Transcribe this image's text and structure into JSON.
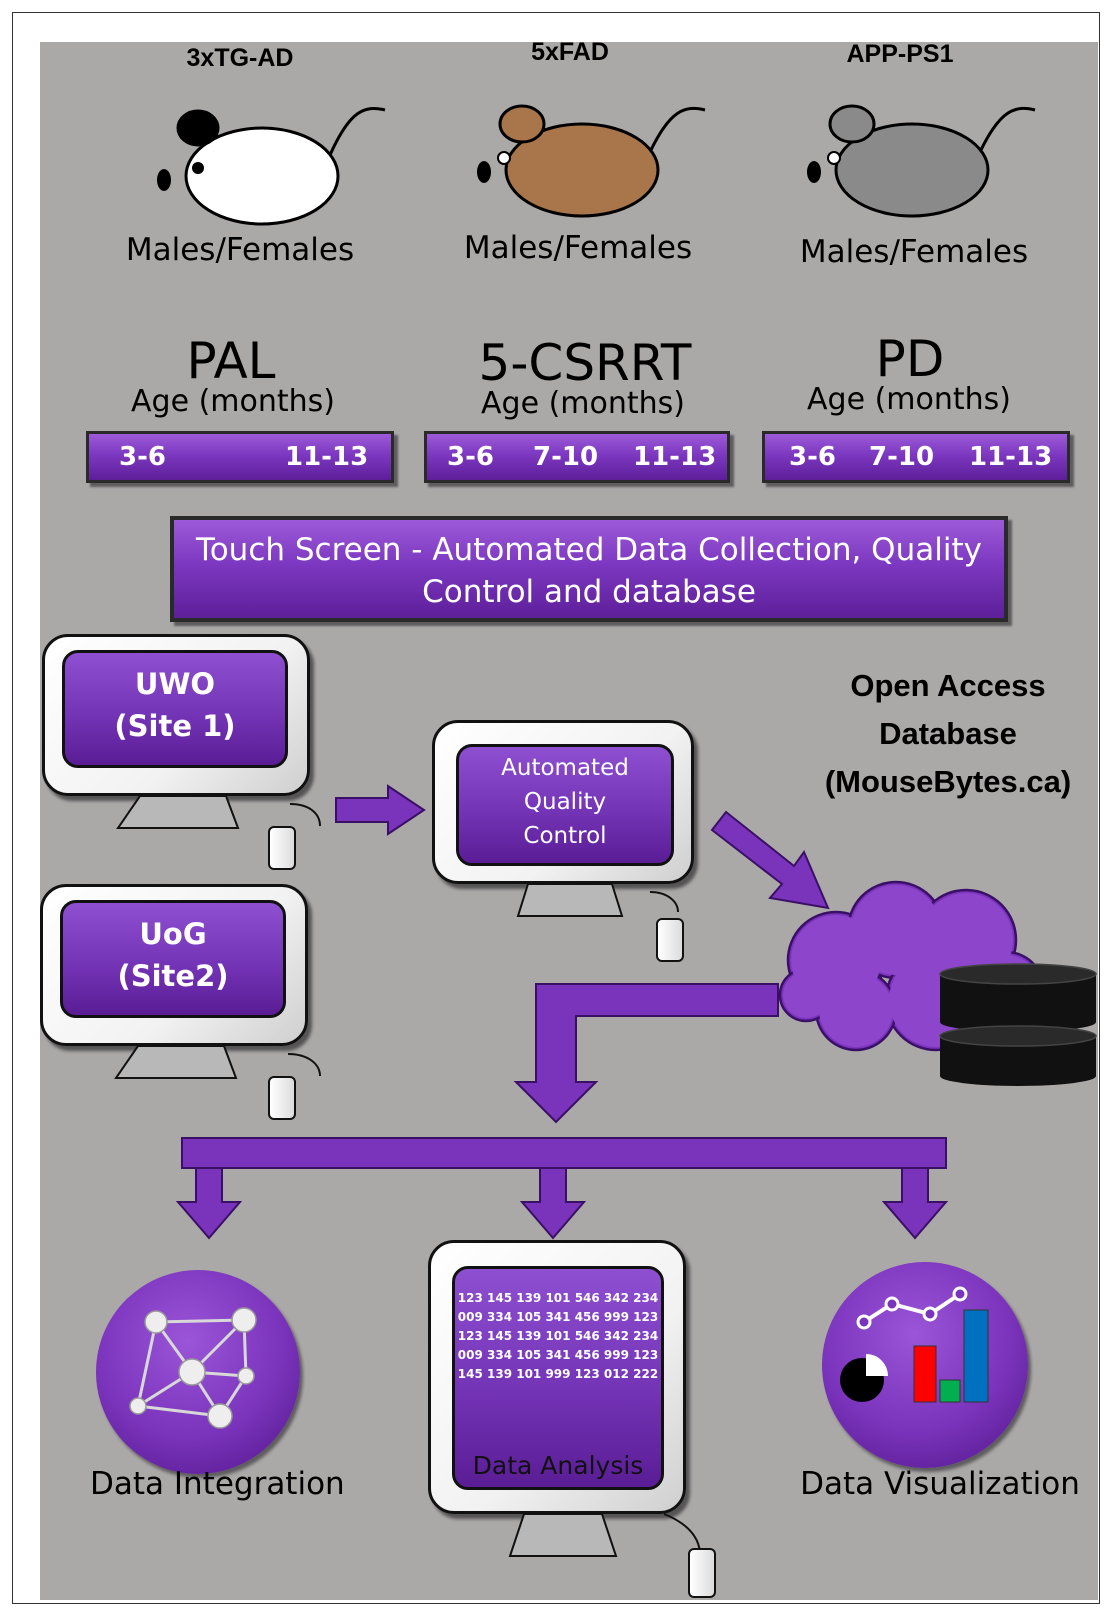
{
  "strains": [
    {
      "name": "3xTG-AD",
      "sex": "Males/Females",
      "body_color": "#ffffff",
      "ear_color": "#000000"
    },
    {
      "name": "5xFAD",
      "sex": "Males/Females",
      "body_color": "#a8764a",
      "ear_color": "#a8764a"
    },
    {
      "name": "APP-PS1",
      "sex": "Males/Females",
      "body_color": "#8a8a8a",
      "ear_color": "#8a8a8a"
    }
  ],
  "tasks": [
    {
      "name": "PAL",
      "age_label": "Age (months)",
      "ages": [
        "3-6",
        "11-13"
      ]
    },
    {
      "name": "5-CSRRT",
      "age_label": "Age (months)",
      "ages": [
        "3-6",
        "7-10",
        "11-13"
      ]
    },
    {
      "name": "PD",
      "age_label": "Age (months)",
      "ages": [
        "3-6",
        "7-10",
        "11-13"
      ]
    }
  ],
  "touch_screen": {
    "line1": "Touch Screen - Automated Data Collection, Quality",
    "line2": "Control and database"
  },
  "sites": [
    {
      "line1": "UWO",
      "line2": "(Site 1)"
    },
    {
      "line1": "UoG",
      "line2": "(Site2)"
    }
  ],
  "quality_control": {
    "line1": "Automated",
    "line2": "Quality",
    "line3": "Control"
  },
  "database": {
    "line1": "Open Access",
    "line2": "Database",
    "line3": "(MouseBytes.ca)"
  },
  "outputs": {
    "integration": "Data Integration",
    "analysis": "Data Analysis",
    "visualization": "Data Visualization"
  },
  "number_grid": [
    "123 145 139 101 546 342 234",
    "009 334 105 341 456 999 123",
    "123 145 139 101 546 342 234",
    "009 334 105 341 456 999 123",
    "145 139 101 999 123 012 222"
  ],
  "colors": {
    "accent": "#7a33bb",
    "background": "#aba8a8",
    "bar_red": "#ff0000",
    "bar_green": "#00b050",
    "bar_blue": "#0070c0"
  }
}
